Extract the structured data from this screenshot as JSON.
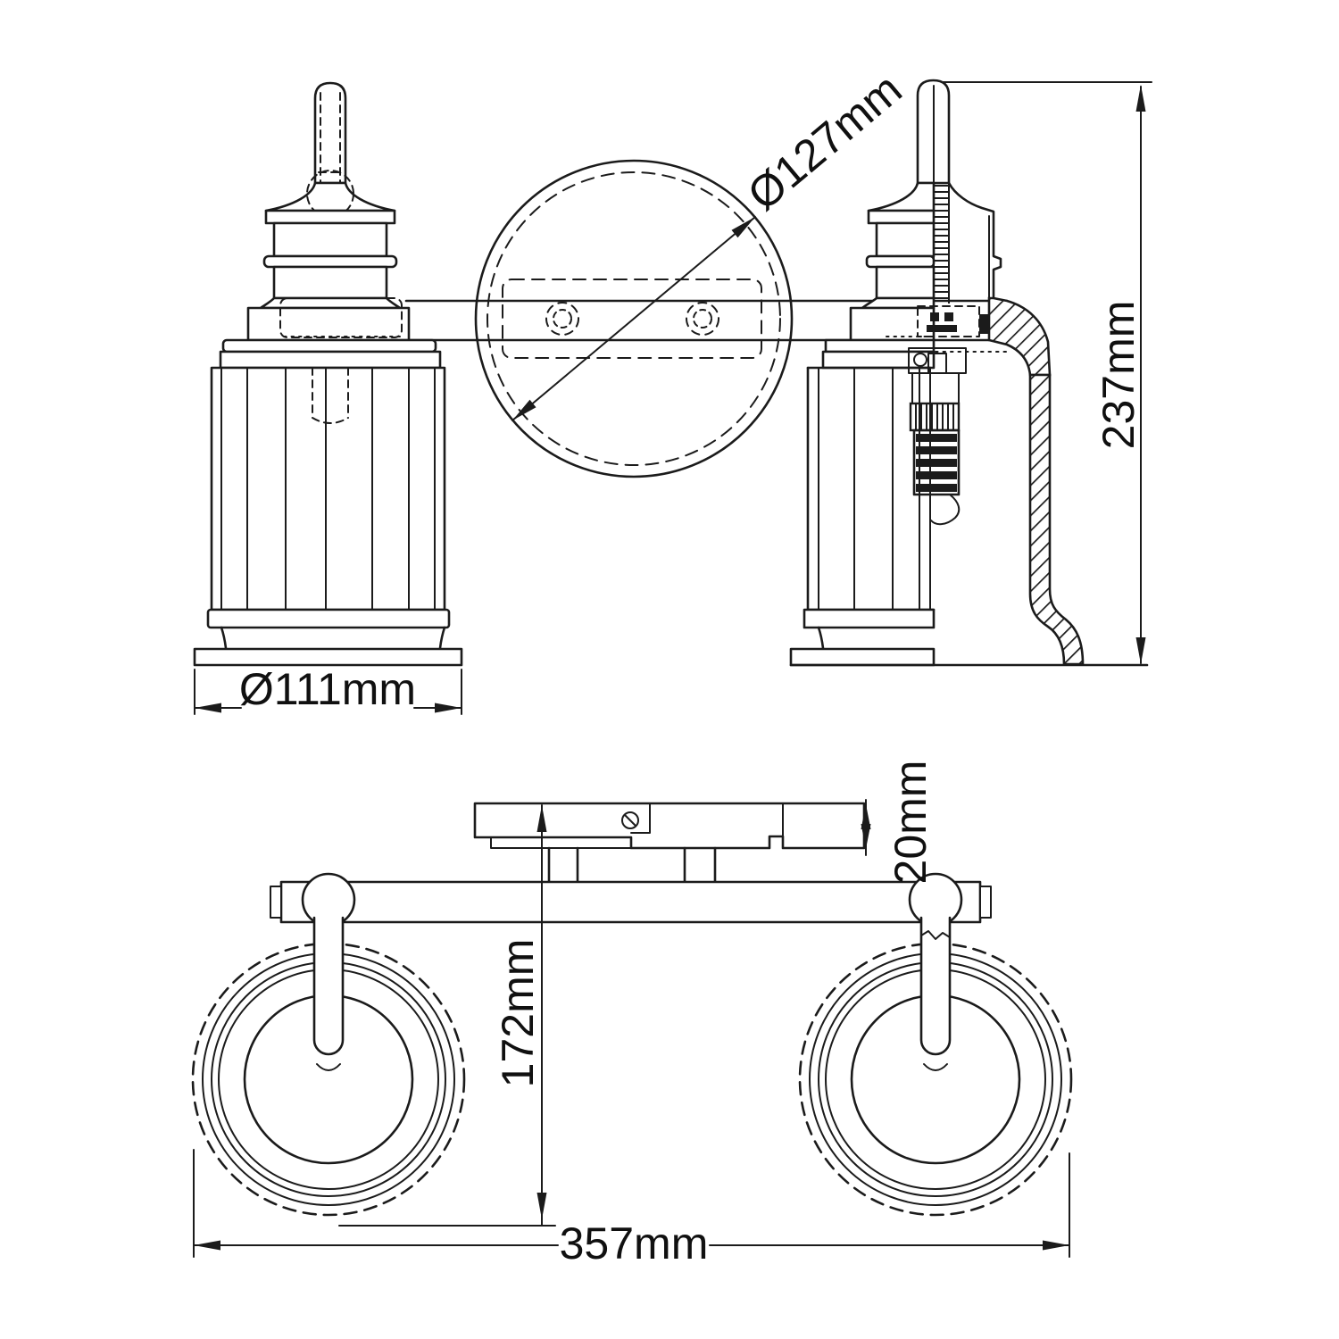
{
  "drawing": {
    "type": "technical-dimension-drawing",
    "subject": "twin-shade bathroom wall light, front elevation and plan view",
    "style": "black line art on white, third-angle projection with section hatching"
  },
  "colors": {
    "background": "#ffffff",
    "line": "#1b1b1b",
    "text": "#101010"
  },
  "dimensions": {
    "backplate_diameter": {
      "label": "Ø127mm"
    },
    "overall_height": {
      "label": "237mm"
    },
    "shade_diameter": {
      "label": "Ø111mm"
    },
    "projection_depth": {
      "label": "172mm"
    },
    "overall_width": {
      "label": "357mm"
    },
    "backplate_depth": {
      "label": "20mm"
    }
  }
}
